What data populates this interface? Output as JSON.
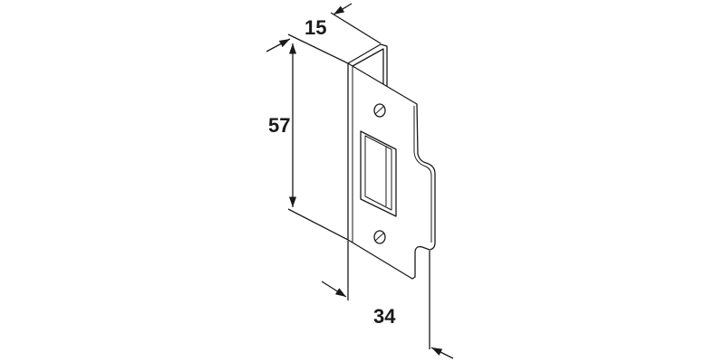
{
  "drawing": {
    "subject": "strike-plate",
    "dimensions": {
      "depth": "15",
      "height": "57",
      "width": "34"
    },
    "colors": {
      "line": "#1a1a1a",
      "background": "#ffffff"
    }
  }
}
